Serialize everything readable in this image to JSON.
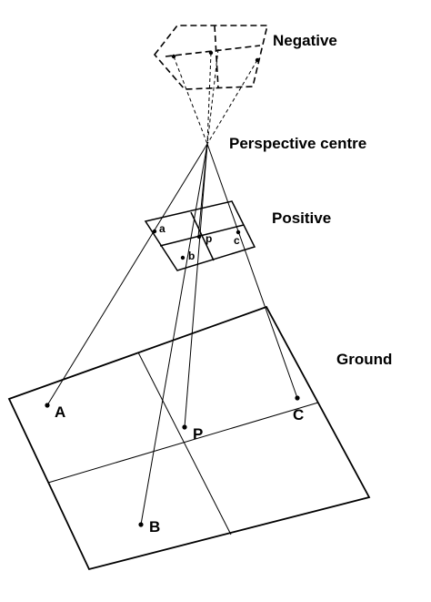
{
  "labels": {
    "negative": "Negative",
    "perspective_centre": "Perspective centre",
    "positive": "Positive",
    "ground": "Ground"
  },
  "ground_points": {
    "A": "A",
    "B": "B",
    "C": "C",
    "P": "P"
  },
  "image_points": {
    "a": "a",
    "b": "b",
    "c": "c",
    "p": "p"
  }
}
